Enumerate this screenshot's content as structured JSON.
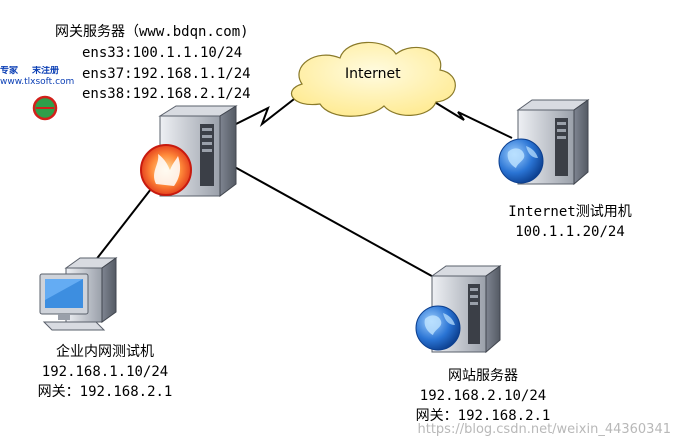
{
  "cloud_label": "Internet",
  "gateway": {
    "title": "网关服务器（www.bdqn.com)",
    "ens33": "ens33:100.1.1.10/24",
    "ens37": "ens37:192.168.1.1/24",
    "ens38": "ens38:192.168.2.1/24"
  },
  "internet_test": {
    "name": "Internet测试用机",
    "ip": "100.1.1.20/24"
  },
  "intranet_test": {
    "name": "企业内网测试机",
    "ip": "192.168.1.10/24",
    "gateway": "网关：192.168.2.1"
  },
  "web_server": {
    "name": "网站服务器",
    "ip": "192.168.2.10/24",
    "gateway": "网关：192.168.2.1"
  },
  "overlay_badge": {
    "text_left": "专家",
    "text_right": "末注册",
    "url": "www.tlxsoft.com"
  },
  "watermark": "https://blog.csdn.net/weixin_44360341",
  "colors": {
    "cloud_fill": "#fff2a8",
    "cloud_stroke": "#8a7a2a",
    "server_body": "#c9ccd3",
    "globe": "#1f66c8",
    "firewall": "#e8321a"
  }
}
